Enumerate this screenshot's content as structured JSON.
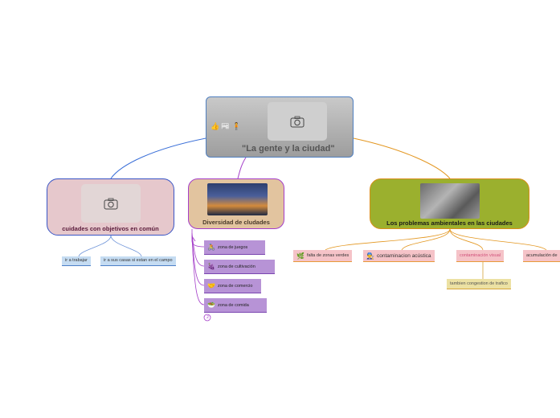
{
  "root": {
    "title": "\"La gente y la ciudad\"",
    "icons": [
      "thumbs-up-icon",
      "presentation-icon",
      "person-icon"
    ]
  },
  "nodes": {
    "pink": {
      "title": "cuidades con objetivos en común",
      "children": [
        "ir  a trabajar",
        "ir a sus casas si estan en el campo"
      ]
    },
    "tan": {
      "title": "Diversidad de cludades",
      "children": [
        {
          "label": "zona de juegos",
          "emoji": "🚴"
        },
        {
          "label": "zona de cultivación",
          "emoji": "🍇"
        },
        {
          "label": "zona de comercio",
          "emoji": "🤝"
        },
        {
          "label": "zona de comida",
          "emoji": "🥗"
        }
      ],
      "collapse_count": "2"
    },
    "green": {
      "title": "Los problemas ambientales en las ciudades",
      "children": [
        {
          "label": "falta de zonas verdes",
          "emoji": "🌿"
        },
        {
          "label": "contaminacion acústica",
          "emoji": "👨‍🔧"
        },
        {
          "label": "contaminación visual",
          "emoji": ""
        },
        {
          "label": "acumulación de",
          "emoji": ""
        }
      ],
      "grandchild": "tambien congestion de trafico"
    }
  },
  "colors": {
    "blue_link": "#3a6fd8",
    "purple_link": "#a43ec9",
    "orange_link": "#e3961f"
  }
}
